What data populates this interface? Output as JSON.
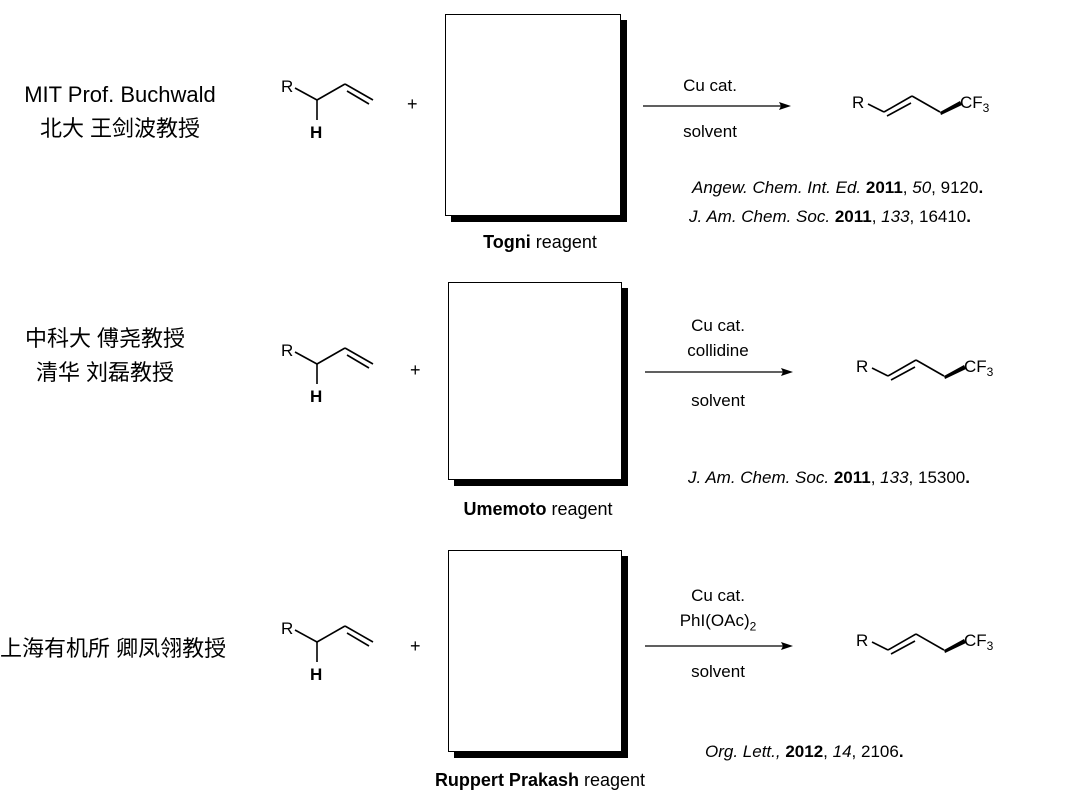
{
  "reactions": [
    {
      "group_lines": [
        "MIT Prof. Buchwald",
        "北大  王剑波教授"
      ],
      "substrate": {
        "r": "R",
        "h": "H"
      },
      "plus": "+",
      "reagent": {
        "bold": "Togni",
        "rest": " reagent"
      },
      "conditions_above": [
        "Cu cat."
      ],
      "conditions_below": "solvent",
      "product": {
        "r": "R",
        "cf": "CF",
        "sub": "3"
      },
      "references": [
        {
          "journal": "Angew. Chem. Int. Ed.",
          "year": "2011",
          "volume": "50",
          "pages": "9120"
        },
        {
          "journal": "J. Am. Chem. Soc.",
          "year": "2011",
          "volume": "133",
          "pages": "16410"
        }
      ]
    },
    {
      "group_lines": [
        "中科大  傅尧教授",
        "清华  刘磊教授"
      ],
      "substrate": {
        "r": "R",
        "h": "H"
      },
      "plus": "+",
      "reagent": {
        "bold": "Umemoto",
        "rest": " reagent"
      },
      "conditions_above": [
        "Cu cat.",
        "collidine"
      ],
      "conditions_below": "solvent",
      "product": {
        "r": "R",
        "cf": "CF",
        "sub": "3"
      },
      "references": [
        {
          "journal": "J. Am. Chem. Soc.",
          "year": "2011",
          "volume": "133",
          "pages": "15300"
        }
      ]
    },
    {
      "group_lines": [
        "上海有机所  卿凤翎教授"
      ],
      "substrate": {
        "r": "R",
        "h": "H"
      },
      "plus": "+",
      "reagent": {
        "bold": "Ruppert Prakash",
        "rest": " reagent"
      },
      "conditions_above": [
        "Cu cat.",
        "PhI(OAc)",
        "2"
      ],
      "conditions_below": "solvent",
      "product": {
        "r": "R",
        "cf": "CF",
        "sub": "3"
      },
      "references": [
        {
          "journal": "Org. Lett.,",
          "year": "2012",
          "volume": "14",
          "pages": "2106"
        }
      ]
    }
  ]
}
